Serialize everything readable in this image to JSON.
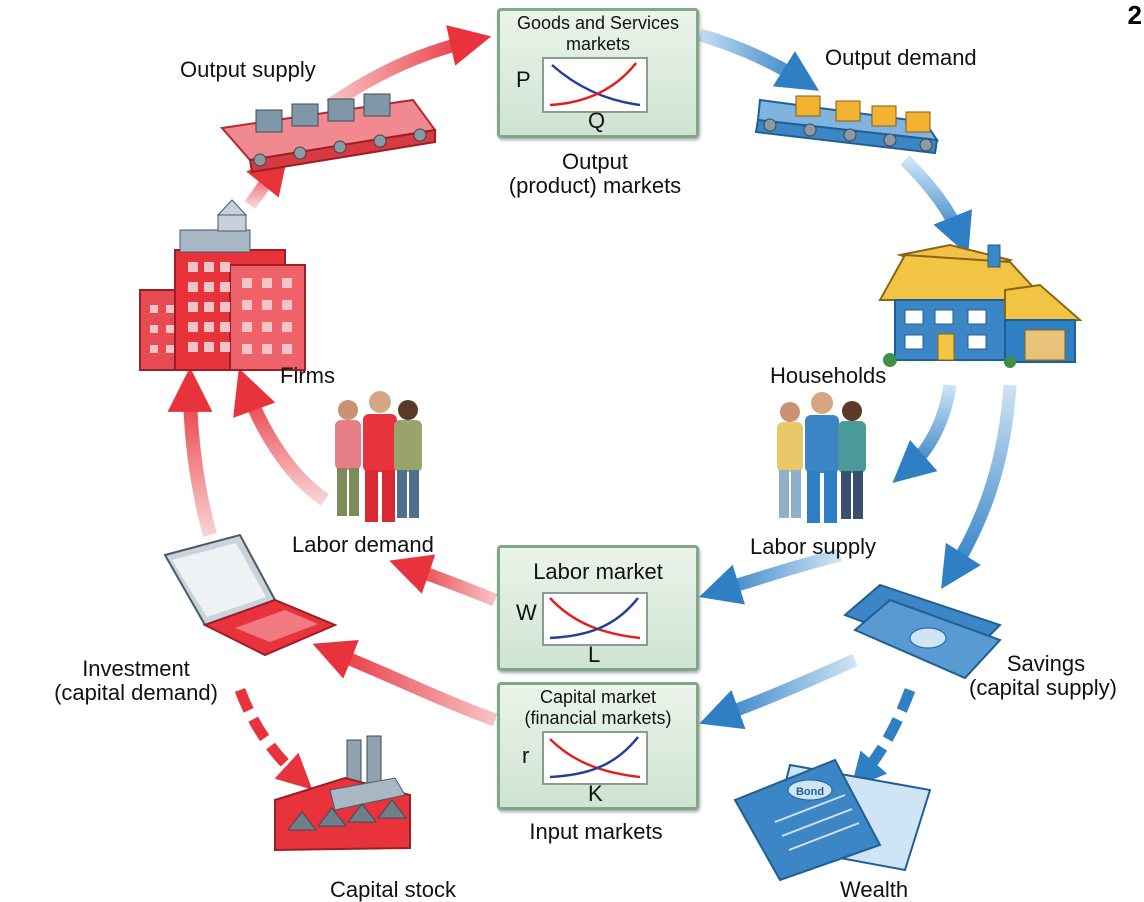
{
  "corner_mark": "2",
  "labels": {
    "output_supply": "Output supply",
    "output_demand": "Output demand",
    "output_markets": [
      "Output",
      "(product) markets"
    ],
    "firms": "Firms",
    "households": "Households",
    "labor_demand": "Labor demand",
    "labor_supply": "Labor supply",
    "investment": [
      "Investment",
      "(capital demand)"
    ],
    "savings": [
      "Savings",
      "(capital supply)"
    ],
    "input_markets": "Input markets",
    "capital_stock": "Capital stock",
    "wealth": "Wealth"
  },
  "markets": {
    "goods": {
      "title": [
        "Goods and Services",
        "markets"
      ],
      "y_axis": "P",
      "x_axis": "Q"
    },
    "labor": {
      "title": [
        "Labor market"
      ],
      "y_axis": "W",
      "x_axis": "L"
    },
    "capital": {
      "title": [
        "Capital market",
        "(financial markets)"
      ],
      "y_axis": "r",
      "x_axis": "K"
    }
  },
  "bond_text": "Bond",
  "colors": {
    "firm_side": "#e8323c",
    "household_side": "#2f7fc4",
    "demand_curve": "#243f9a",
    "supply_curve": "#e02020",
    "market_box": "#d6e8d8"
  }
}
